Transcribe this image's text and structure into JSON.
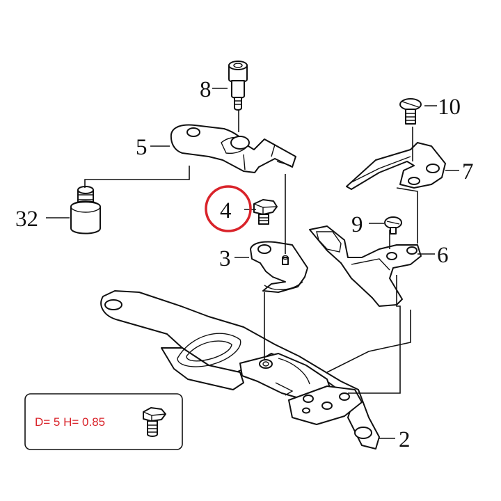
{
  "callouts": [
    {
      "id": "8",
      "text": "8"
    },
    {
      "id": "10",
      "text": "10"
    },
    {
      "id": "5",
      "text": "5"
    },
    {
      "id": "7",
      "text": "7"
    },
    {
      "id": "32",
      "text": "32"
    },
    {
      "id": "4",
      "text": "4"
    },
    {
      "id": "9",
      "text": "9"
    },
    {
      "id": "3",
      "text": "3"
    },
    {
      "id": "6",
      "text": "6"
    },
    {
      "id": "2",
      "text": "2"
    }
  ],
  "highlighted_part": "4",
  "spec_box": {
    "text": "D= 5 H= 0.85"
  },
  "colors": {
    "highlight": "#d9232a",
    "line": "#111111",
    "background": "#ffffff"
  }
}
